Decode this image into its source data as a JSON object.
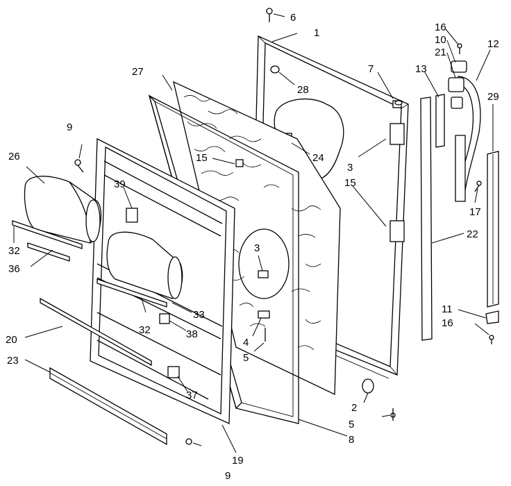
{
  "callouts": {
    "c1": "1",
    "c2": "2",
    "c3a": "3",
    "c3b": "3",
    "c4": "4",
    "c5a": "5",
    "c5b": "5",
    "c6": "6",
    "c7": "7",
    "c8": "8",
    "c9a": "9",
    "c9b": "9",
    "c10": "10",
    "c11": "11",
    "c12": "12",
    "c13": "13",
    "c15a": "15",
    "c15b": "15",
    "c16a": "16",
    "c16b": "16",
    "c17": "17",
    "c19": "19",
    "c20": "20",
    "c21": "21",
    "c22": "22",
    "c23": "23",
    "c24": "24",
    "c26": "26",
    "c27": "27",
    "c28": "28",
    "c29": "29",
    "c32a": "32",
    "c32b": "32",
    "c33": "33",
    "c36": "36",
    "c37": "37",
    "c38": "38",
    "c39": "39"
  }
}
